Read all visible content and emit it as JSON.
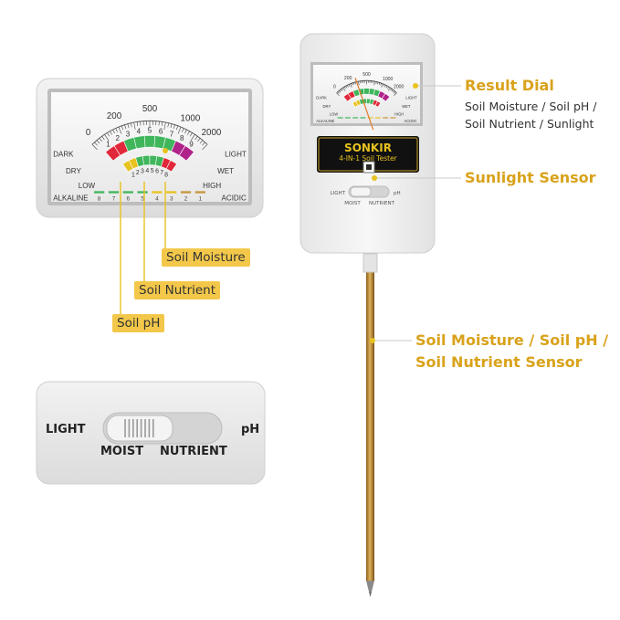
{
  "dial_scale": {
    "lux_ticks": [
      "0",
      "200",
      "500",
      "1000",
      "2000"
    ],
    "light_numbers": [
      "1",
      "2",
      "3",
      "4",
      "5",
      "6",
      "7",
      "8",
      "9"
    ],
    "ph_numbers": [
      "8",
      "7",
      "6",
      "5",
      "4",
      "3",
      "2",
      "1"
    ],
    "dark": "DARK",
    "light": "LIGHT",
    "dry": "DRY",
    "wet": "WET",
    "low": "LOW",
    "high": "HIGH",
    "alkaline": "ALKALINE",
    "acidic": "ACIDIC"
  },
  "device": {
    "brand": "SONKIR",
    "model": "4-IN-1 Soil Tester",
    "switch_left": "LIGHT",
    "switch_right": "pH",
    "switch_bottom_left": "MOIST",
    "switch_bottom_right": "NUTRIENT"
  },
  "callouts": {
    "result_dial": "Result Dial",
    "result_dial_desc_1": "Soil Moisture / Soil pH /",
    "result_dial_desc_2": "Soil Nutrient / Sunlight",
    "sunlight_sensor": "Sunlight Sensor",
    "probe_1": "Soil Moisture / Soil pH /",
    "probe_2": "Soil Nutrient Sensor"
  },
  "tags": {
    "moisture": "Soil Moisture",
    "nutrient": "Soil Nutrient",
    "ph": "Soil pH"
  },
  "colors": {
    "accent": "#d9a21b",
    "tag_bg": "#f3c84a",
    "red": "#e0283a",
    "green": "#3fb65b",
    "magenta": "#b0238a",
    "yellow": "#e8c21e",
    "brass": "#c7963a"
  }
}
